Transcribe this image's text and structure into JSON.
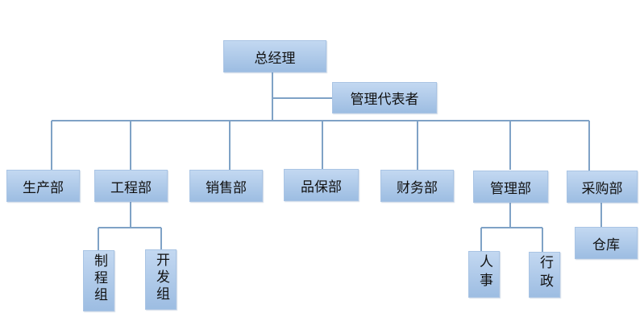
{
  "top": "总经理",
  "rep": "管理代表者",
  "departments": [
    "生产部",
    "工程部",
    "销售部",
    "品保部",
    "财务部",
    "管理部",
    "采购部"
  ],
  "engineering_groups": [
    "制程组",
    "开发组"
  ],
  "admin_groups": [
    "人事",
    "行政"
  ],
  "purchasing_groups": [
    "仓库"
  ],
  "colors": {
    "box_top": "#c3d8f1",
    "box_bottom": "#9dbde2",
    "line": "#7fa2c6"
  }
}
